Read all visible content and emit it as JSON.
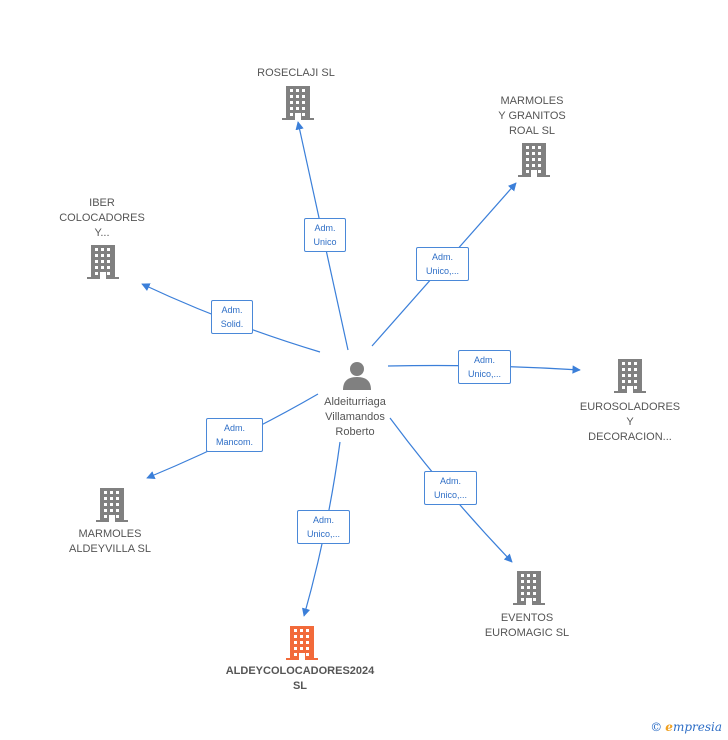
{
  "colors": {
    "edge": "#3b7fd9",
    "company": "#808080",
    "highlight": "#f26a3a",
    "person": "#808080"
  },
  "center": {
    "name": "Aldeiturriaga\nVillamandos\nRoberto",
    "icon": "person-icon"
  },
  "nodes": [
    {
      "id": "roseclaji",
      "label": "ROSECLAJI SL",
      "icon": "building-icon",
      "highlight": false
    },
    {
      "id": "marmoles-granitos",
      "label": "MARMOLES\nY GRANITOS\nROAL  SL",
      "icon": "building-icon",
      "highlight": false
    },
    {
      "id": "iber",
      "label": "IBER\nCOLOCADORES\nY...",
      "icon": "building-icon",
      "highlight": false
    },
    {
      "id": "eurosoladores",
      "label": "EUROSOLADORES\nY\nDECORACION...",
      "icon": "building-icon",
      "highlight": false
    },
    {
      "id": "marmoles-aldeyvilla",
      "label": "MARMOLES\nALDEYVILLA SL",
      "icon": "building-icon",
      "highlight": false
    },
    {
      "id": "eventos",
      "label": "EVENTOS\nEUROMAGIC  SL",
      "icon": "building-icon",
      "highlight": false
    },
    {
      "id": "aldeycolocadores",
      "label": "ALDEYCOLOCADORES2024\nSL",
      "icon": "building-icon",
      "highlight": true
    }
  ],
  "edges": [
    {
      "to": "roseclaji",
      "label": "Adm.\nUnico"
    },
    {
      "to": "marmoles-granitos",
      "label": "Adm.\nUnico,..."
    },
    {
      "to": "iber",
      "label": "Adm.\nSolid."
    },
    {
      "to": "eurosoladores",
      "label": "Adm.\nUnico,..."
    },
    {
      "to": "marmoles-aldeyvilla",
      "label": "Adm.\nMancom."
    },
    {
      "to": "eventos",
      "label": "Adm.\nUnico,..."
    },
    {
      "to": "aldeycolocadores",
      "label": "Adm.\nUnico,..."
    }
  ],
  "footer": {
    "copyright": "©",
    "brand_first": "e",
    "brand_rest": "mpresia"
  }
}
